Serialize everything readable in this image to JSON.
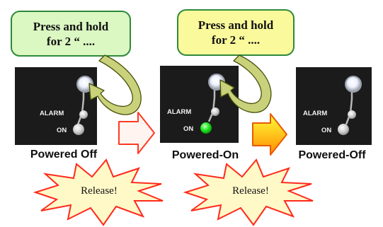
{
  "callouts": [
    {
      "line1": "Press and hold",
      "line2": "for 2 “ ....",
      "fill": "#dbf7c2",
      "stroke": "#2f8a3a"
    },
    {
      "line1": "Press and hold",
      "line2": "for 2 “ ....",
      "fill": "#fafa9c",
      "stroke": "#2f8a3a"
    }
  ],
  "panels": [
    {
      "caption": "Powered Off",
      "alarm_label": "ALARM",
      "on_label": "ON",
      "on_led": "off"
    },
    {
      "caption": "Powered-On",
      "alarm_label": "ALARM",
      "on_label": "ON",
      "on_led": "green"
    },
    {
      "caption": "Powered-Off",
      "alarm_label": "ALARM",
      "on_label": "ON",
      "on_led": "off"
    }
  ],
  "arrows": [
    {
      "style": "outline",
      "fill": "#fff4ef",
      "stroke": "#ff3a24"
    },
    {
      "style": "gradient",
      "fill_top": "#ffff3a",
      "fill_bottom": "#ff8a00",
      "stroke": "#e85a00"
    }
  ],
  "bursts": [
    {
      "label": "Release!",
      "fill": "#fff9c8",
      "stroke": "#ff2a1a"
    },
    {
      "label": "Release!",
      "fill": "#fff9c8",
      "stroke": "#ff2a1a"
    }
  ],
  "colors": {
    "panel_bg": "#1b1b1b",
    "led_off": "#c8c8c8",
    "led_green": "#22ee22",
    "hook": "#c9d27a",
    "hook_stroke": "#47500c"
  }
}
